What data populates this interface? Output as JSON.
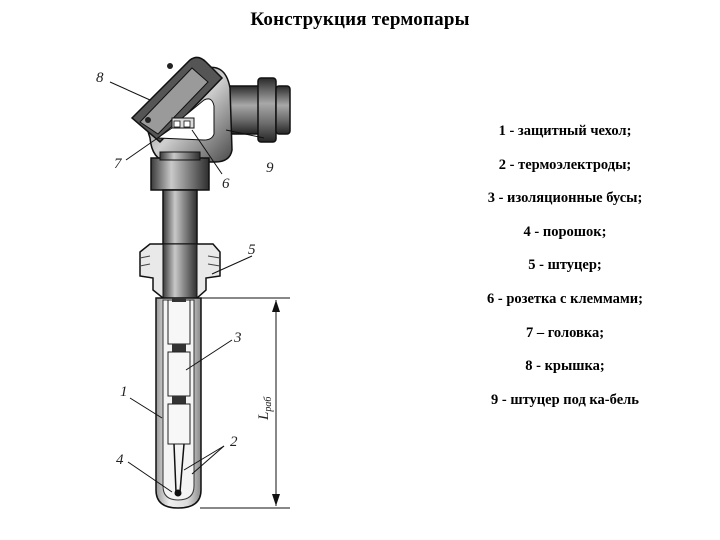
{
  "title": "Конструкция термопары",
  "legend": [
    "1 - защитный чехол;",
    "2 - термоэлектроды;",
    "3 - изоляционные бусы;",
    "4 - порошок;",
    "5 - штуцер;",
    "6 - розетка с клеммами;",
    "7 – головка;",
    "8 - крышка;",
    "9 - штуцер под ка-бель"
  ],
  "callouts": {
    "n1": "1",
    "n2": "2",
    "n3": "3",
    "n4": "4",
    "n5": "5",
    "n6": "6",
    "n7": "7",
    "n8": "8",
    "n9": "9",
    "length_label": "L",
    "length_sub": "раб"
  }
}
